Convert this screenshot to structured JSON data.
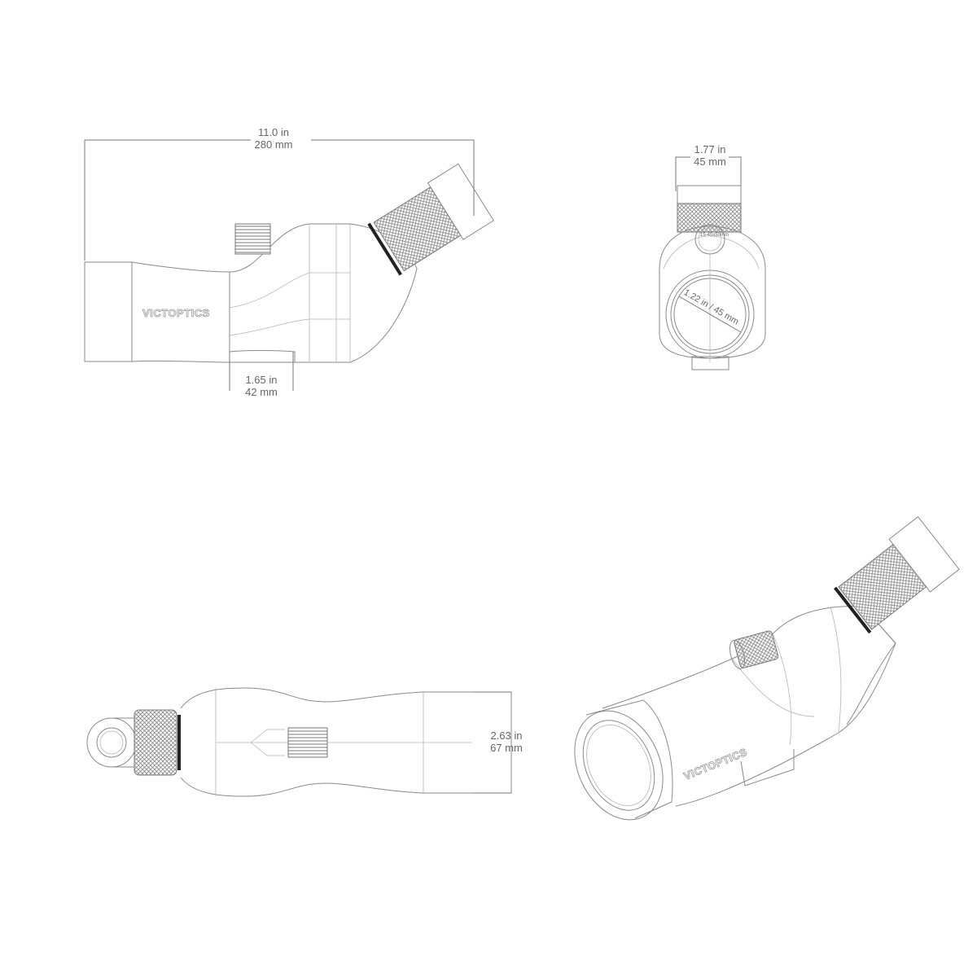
{
  "brand": "VICTOPTICS",
  "side_view": {
    "length_in": "11.0 in",
    "length_mm": "280 mm",
    "mount_in": "1.65 in",
    "mount_mm": "42 mm"
  },
  "front_view": {
    "eyepiece_in": "1.77 in",
    "eyepiece_mm": "45 mm",
    "objective_label": "1.22 in / 45 mm",
    "focus_marking": "15-45x50mm"
  },
  "top_view": {
    "diameter_in": "2.63 in",
    "diameter_mm": "67 mm"
  }
}
